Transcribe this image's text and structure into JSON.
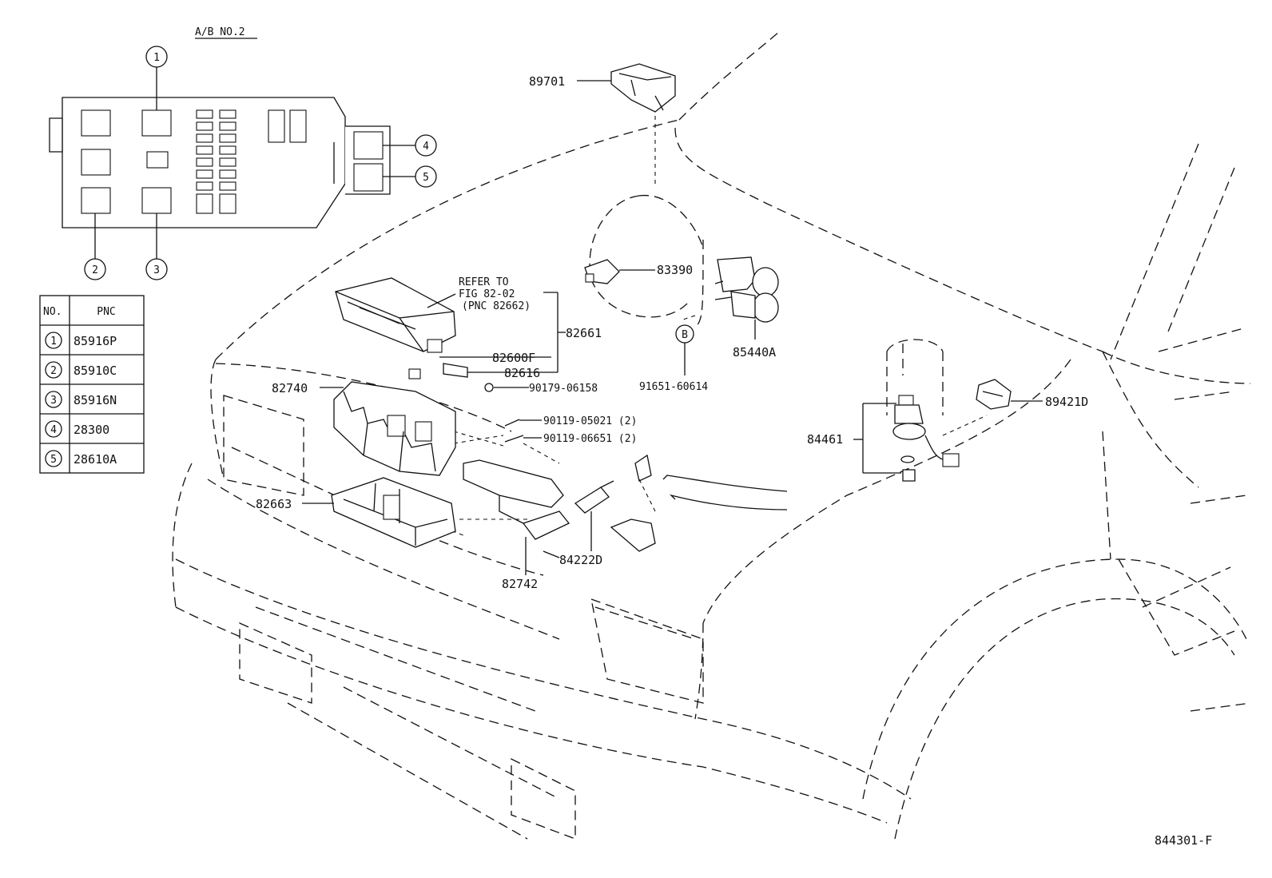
{
  "header": {
    "ab_title": "A/B NO.2"
  },
  "callouts": [
    "1",
    "2",
    "3",
    "4",
    "5"
  ],
  "table": {
    "headers": [
      "NO.",
      "PNC"
    ],
    "rows": [
      {
        "no": "1",
        "pnc": "85916P"
      },
      {
        "no": "2",
        "pnc": "85910C"
      },
      {
        "no": "3",
        "pnc": "85916N"
      },
      {
        "no": "4",
        "pnc": "28300"
      },
      {
        "no": "5",
        "pnc": "28610A"
      }
    ]
  },
  "parts": {
    "p89701": "89701",
    "p83390": "83390",
    "p85440a": "85440A",
    "p91651": "91651-60614",
    "refer_line1": "REFER TO",
    "refer_line2": "FIG 82-02",
    "refer_line3": "(PNC 82662)",
    "p82661": "82661",
    "p82600f": "82600F",
    "p82616": "82616",
    "p90179": "90179-06158",
    "p82740": "82740",
    "p90119a": "90119-05021 (2)",
    "p90119b": "90119-06651 (2)",
    "p82663": "82663",
    "p84222d": "84222D",
    "p82742": "82742",
    "p84461": "84461",
    "p89421d": "89421D",
    "marker_b": "B"
  },
  "figure_id": "844301-F"
}
